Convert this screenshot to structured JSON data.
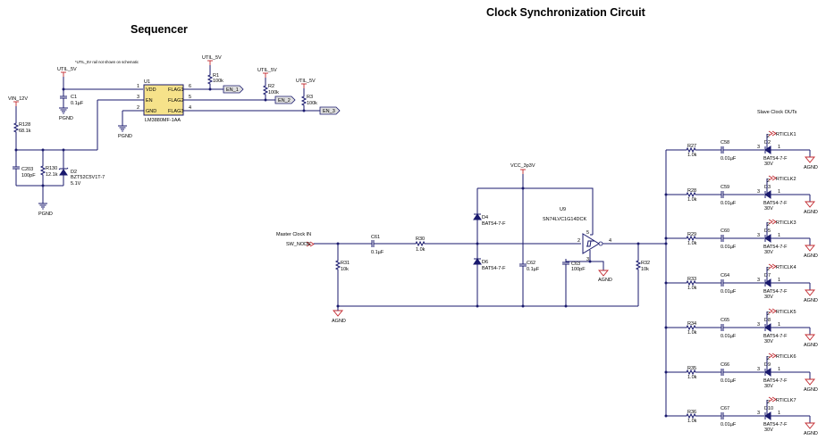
{
  "titles": {
    "sequencer": "Sequencer",
    "clock": "Clock Synchronization Circuit"
  },
  "seq": {
    "note": "*UTIL_5V rail not shown on schematic",
    "util1": "UTIL_5V",
    "c1_ref": "C1",
    "c1_val": "0.1µF",
    "pgnd1": "PGND",
    "u1_ref": "U1",
    "u1_part": "LM3880MF-1AA",
    "pin_vdd": "VDD",
    "pin_en": "EN",
    "pin_gnd": "GND",
    "pin_flag1": "FLAG1",
    "pin_flag2": "FLAG2",
    "pin_flag3": "FLAG3",
    "pn1": "1",
    "pn3": "3",
    "pn2": "2",
    "pn6": "6",
    "pn5": "5",
    "pn4": "4",
    "util_r1": "UTIL_5V",
    "r1_ref": "R1",
    "r1_val": "100k",
    "util_r2": "UTIL_5V",
    "r2_ref": "R2",
    "r2_val": "100k",
    "util_r3": "UTIL_5V",
    "r3_ref": "R3",
    "r3_val": "100k",
    "en1": "EN_1",
    "en2": "EN_2",
    "en3": "EN_3",
    "pgnd2": "PGND",
    "vin": "VIN_12V",
    "r128_ref": "R128",
    "r128_val": "68.1k",
    "c203_ref": "C203",
    "c203_val": "100pF",
    "r130_ref": "R130",
    "r130_val": "12.1k",
    "d2_ref": "D2",
    "d2_part": "BZT52C5V1T-7",
    "d2_val": "5.1V",
    "pgnd3": "PGND"
  },
  "clk": {
    "master_label": "Master Clock IN",
    "sw_node": "SW_NODE",
    "r31_ref": "R31",
    "r31_val": "10k",
    "agnd1": "AGND",
    "c61_ref": "C61",
    "c61_val": "0.1µF",
    "r30_ref": "R30",
    "r30_val": "1.0k",
    "vcc": "VCC_3p3V",
    "d4_ref": "D4",
    "d4_part": "BAT54-7-F",
    "d6_ref": "D6",
    "d6_part": "BAT54-7-F",
    "c62_ref": "C62",
    "c62_val": "0.1µF",
    "u9_ref": "U9",
    "u9_part": "SN74LVC1G14DCK",
    "c63_ref": "C63",
    "c63_val": "100pF",
    "agnd2": "AGND",
    "r32_ref": "R32",
    "r32_val": "10k",
    "u9_p2": "2",
    "u9_p4": "4",
    "u9_p3": "3",
    "u9_p5": "5",
    "slave_title": "Slave Clock OUTs",
    "pin3": "3",
    "pin1": "1",
    "pin2": "2",
    "slaves": [
      {
        "r_ref": "R27",
        "r_val": "1.0k",
        "c_ref": "C58",
        "c_val": "0.01µF",
        "d_ref": "D2",
        "d_part": "BAT54-7-F",
        "d_v": "30V",
        "net": "RTICLK1",
        "gnd": "AGND"
      },
      {
        "r_ref": "R28",
        "r_val": "1.0k",
        "c_ref": "C59",
        "c_val": "0.01µF",
        "d_ref": "D3",
        "d_part": "BAT54-7-F",
        "d_v": "30V",
        "net": "RTICLK2",
        "gnd": "AGND"
      },
      {
        "r_ref": "R29",
        "r_val": "1.0k",
        "c_ref": "C60",
        "c_val": "0.01µF",
        "d_ref": "D5",
        "d_part": "BAT54-7-F",
        "d_v": "30V",
        "net": "RTICLK3",
        "gnd": "AGND"
      },
      {
        "r_ref": "R33",
        "r_val": "1.0k",
        "c_ref": "C64",
        "c_val": "0.01µF",
        "d_ref": "D7",
        "d_part": "BAT54-7-F",
        "d_v": "30V",
        "net": "RTICLK4",
        "gnd": "AGND"
      },
      {
        "r_ref": "R34",
        "r_val": "1.0k",
        "c_ref": "C65",
        "c_val": "0.01µF",
        "d_ref": "D8",
        "d_part": "BAT54-7-F",
        "d_v": "30V",
        "net": "RTICLK5",
        "gnd": "AGND"
      },
      {
        "r_ref": "R35",
        "r_val": "1.0k",
        "c_ref": "C66",
        "c_val": "0.01µF",
        "d_ref": "D9",
        "d_part": "BAT54-7-F",
        "d_v": "30V",
        "net": "RTICLK6",
        "gnd": "AGND"
      },
      {
        "r_ref": "R36",
        "r_val": "1.0k",
        "c_ref": "C67",
        "c_val": "0.01µF",
        "d_ref": "D10",
        "d_part": "BAT54-7-F",
        "d_v": "30V",
        "net": "RTICLK7",
        "gnd": "AGND"
      }
    ]
  }
}
